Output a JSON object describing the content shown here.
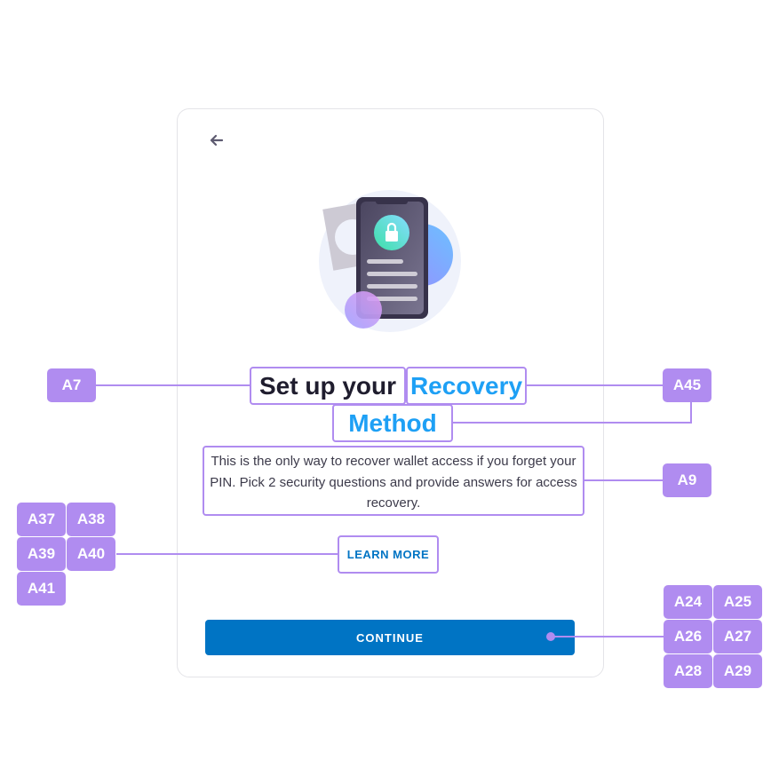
{
  "screen": {
    "back_icon": "arrow-left-icon",
    "illustration": "phone-lock-icon",
    "title_part1": "Set up your",
    "title_part2": "Recovery",
    "title_part3": "Method",
    "description": "This is the only way to recover wallet access if you forget your PIN. Pick 2 security questions and provide answers for access recovery.",
    "learn_more": "LEARN MORE",
    "continue": "CONTINUE"
  },
  "annotations": {
    "a7": "A7",
    "a45": "A45",
    "a9": "A9",
    "a37": "A37",
    "a38": "A38",
    "a39": "A39",
    "a40": "A40",
    "a41": "A41",
    "a24": "A24",
    "a25": "A25",
    "a26": "A26",
    "a27": "A27",
    "a28": "A28",
    "a29": "A29"
  },
  "colors": {
    "accent": "#0074c4",
    "highlight": "#1ea0f5",
    "annotation": "#b08cf0"
  }
}
